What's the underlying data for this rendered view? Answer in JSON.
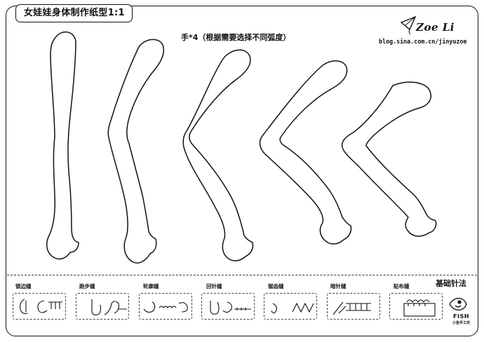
{
  "header": {
    "title": "女娃娃身体制作纸型1:1",
    "subtitle": "手*4（根据需要选择不同弧度）"
  },
  "brand": {
    "name": "Zoe Li",
    "url": "blog.sina.com.cn/jinyuzoe",
    "icon": "kite-icon"
  },
  "basics": {
    "title": "基础针法",
    "stitches": [
      {
        "label": "锁边缝",
        "icon": "blanket-stitch-icon"
      },
      {
        "label": "跑步缝",
        "icon": "running-stitch-icon"
      },
      {
        "label": "轮廓缝",
        "icon": "outline-stitch-icon"
      },
      {
        "label": "回针缝",
        "icon": "back-stitch-icon"
      },
      {
        "label": "锯齿缝",
        "icon": "zigzag-stitch-icon"
      },
      {
        "label": "暗针缝",
        "icon": "hidden-stitch-icon"
      },
      {
        "label": "贴布缝",
        "icon": "applique-stitch-icon"
      }
    ]
  },
  "logo": {
    "name": "FISH",
    "sub": "小鱼手工坊",
    "icon": "fish-icon"
  },
  "colors": {
    "ink": "#111111",
    "paper": "#ffffff"
  }
}
